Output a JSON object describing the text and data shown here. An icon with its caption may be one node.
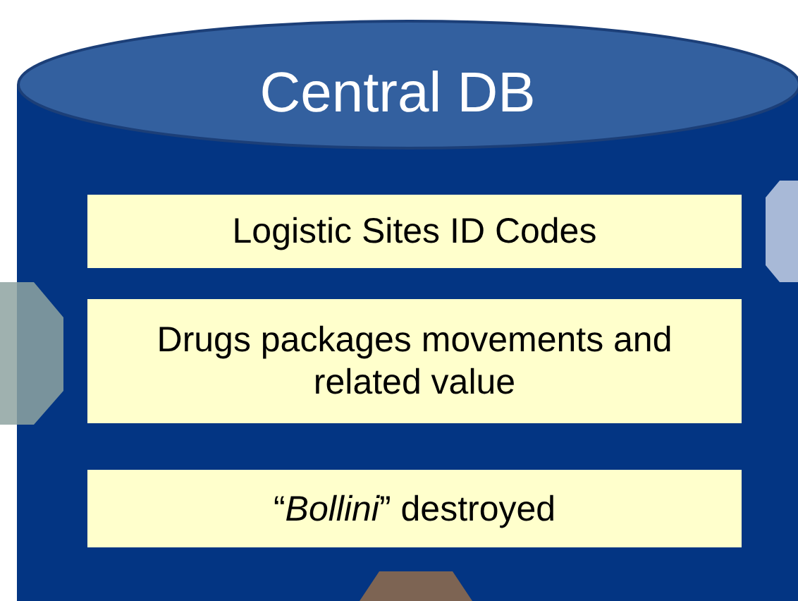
{
  "diagram": {
    "nodes": [
      {
        "text": [
          "Central DB"
        ]
      },
      {
        "text": [
          "Logistic Sites ID Codes"
        ],
        "in": 0
      },
      {
        "text": [
          "Drugs packages movements and related value"
        ],
        "in": 0
      },
      {
        "text": [
          "“*Bollini*” destroyed"
        ],
        "in": 0
      }
    ]
  }
}
